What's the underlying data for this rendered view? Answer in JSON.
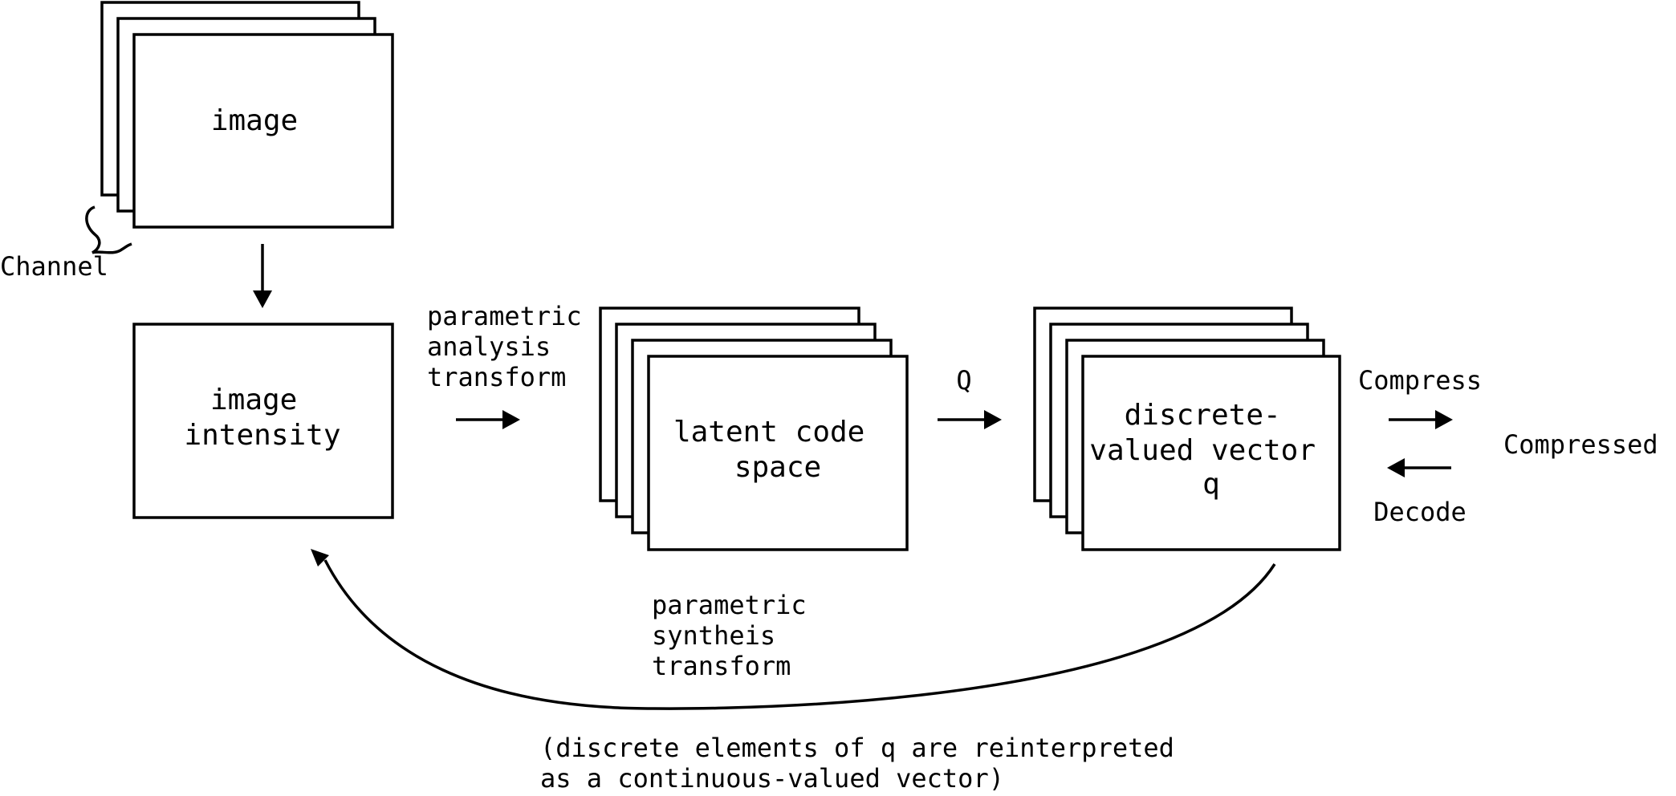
{
  "nodes": {
    "image": {
      "label": "image"
    },
    "image_intensity": {
      "lines": [
        "image",
        "intensity"
      ]
    },
    "latent": {
      "lines": [
        "latent code",
        "space"
      ]
    },
    "discrete": {
      "lines": [
        "discrete-",
        "valued vector",
        "q"
      ]
    }
  },
  "labels": {
    "channel": "Channel",
    "analysis": [
      "parametric",
      "analysis",
      "transform"
    ],
    "q": "Q",
    "compress": "Compress",
    "compressed": "Compressed",
    "decode": "Decode",
    "synthesis": [
      "parametric",
      "syntheis",
      "transform"
    ],
    "footnote": [
      "(discrete elements of q are reinterpreted",
      "as a continuous-valued vector)"
    ]
  }
}
